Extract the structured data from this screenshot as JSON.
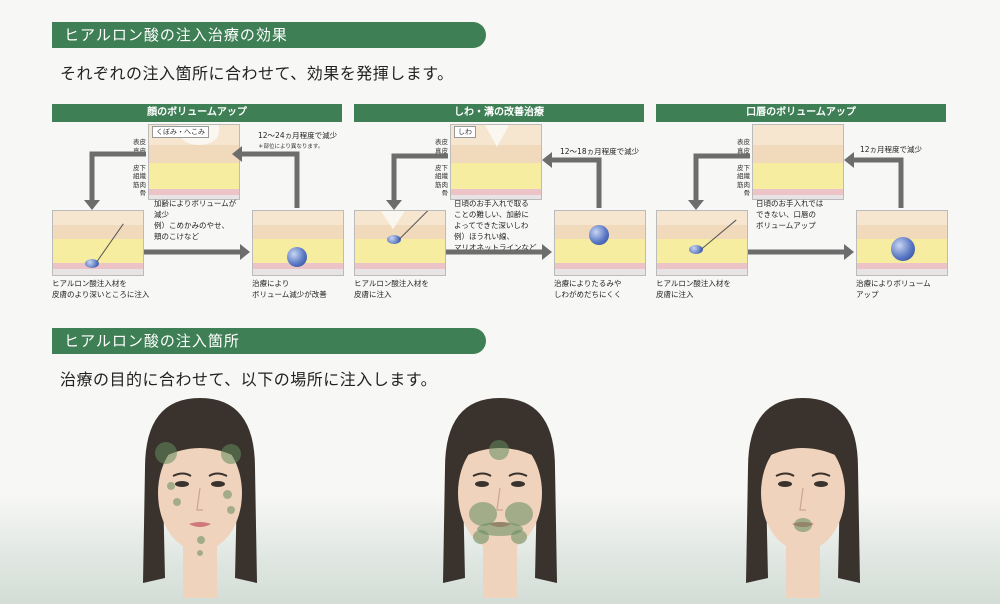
{
  "section1": {
    "title": "ヒアルロン酸の注入治療の効果",
    "subtitle": "それぞれの注入箇所に合わせて、効果を発揮します。"
  },
  "panels": [
    {
      "title": "顔のボリュームアップ",
      "tag": "くぼみ・へこみ",
      "layers": [
        "表皮",
        "真皮",
        "皮下",
        "組織",
        "筋肉",
        "骨"
      ],
      "period": "12〜24ヵ月程度で減少",
      "period_note": "＊部位により異なります。",
      "description": [
        "加齢によりボリュームが",
        "減少",
        "例）こめかみのやせ、",
        "頬のこけなど"
      ],
      "caption_left": [
        "ヒアルロン酸注入材を",
        "皮膚のより深いところに注入"
      ],
      "caption_right": [
        "治療により",
        "ボリューム減少が改善"
      ]
    },
    {
      "title": "しわ・溝の改善治療",
      "tag": "しわ",
      "layers": [
        "表皮",
        "真皮",
        "皮下",
        "組織",
        "筋肉",
        "骨"
      ],
      "period": "12〜18ヵ月程度で減少",
      "description": [
        "日頃のお手入れで取る",
        "ことの難しい、加齢に",
        "よってできた深いしわ",
        "例）ほうれい線、",
        "マリオネットラインなど"
      ],
      "caption_left": [
        "ヒアルロン酸注入材を",
        "皮膚に注入"
      ],
      "caption_right": [
        "治療によりたるみや",
        "しわがめだちにくく"
      ]
    },
    {
      "title": "口唇のボリュームアップ",
      "layers": [
        "表皮",
        "真皮",
        "皮下",
        "組織",
        "筋肉",
        "骨"
      ],
      "period": "12ヵ月程度で減少",
      "description": [
        "日頃のお手入れでは",
        "できない、口唇の",
        "ボリュームアップ"
      ],
      "caption_left": [
        "ヒアルロン酸注入材を",
        "皮膚に注入"
      ],
      "caption_right": [
        "治療によりボリューム",
        "アップ"
      ]
    }
  ],
  "section2": {
    "title": "ヒアルロン酸の注入箇所",
    "subtitle": "治療の目的に合わせて、以下の場所に注入します。"
  },
  "colors": {
    "accent": "#3f7f55",
    "arrow": "#6d6d6d",
    "dot": "#648c5f"
  }
}
